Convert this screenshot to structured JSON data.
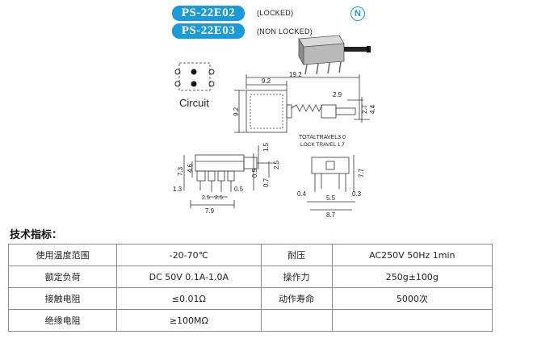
{
  "header": {
    "models": [
      {
        "code": "PS-22E02",
        "type": "(LOCKED)"
      },
      {
        "code": "PS-22E03",
        "type": "(NON LOCKED)"
      }
    ],
    "logo_letter": "N",
    "brand_color": "#1a9ad6"
  },
  "drawing": {
    "circuit_label": "Circuit",
    "dims": {
      "total_length": "19.2",
      "body_length": "9.2",
      "side_height": "9.2",
      "plunger_dia": "2.9",
      "plunger_h1": "2.7",
      "plunger_h2": "4.4",
      "total_travel": "TOTALTRAVEL3.0",
      "lock_travel": "LOCK TRAVEL  1.7",
      "front_h1": "7.3",
      "front_h2": "4.6",
      "front_w": "1.3",
      "pitch1": "2.5",
      "pitch2": "2.5",
      "pin_w": "0.5",
      "front_total": "7.9",
      "front_05": "0.5",
      "front_07": "0.7",
      "side_15": "1.5",
      "side_25": "2.5",
      "right_77": "7.7",
      "right_04": "0.4",
      "right_03": "0.3",
      "right_55": "5.5",
      "right_87": "8.7"
    }
  },
  "specs": {
    "title": "技术指标：",
    "rows": [
      [
        "使用温度范围",
        "-20-70℃",
        "耐压",
        "AC250V 50Hz 1min"
      ],
      [
        "额定负荷",
        "DC 50V 0.1A-1.0A",
        "操作力",
        "250g±100g"
      ],
      [
        "接触电阻",
        "≤0.01Ω",
        "动作寿命",
        "5000次"
      ],
      [
        "绝缘电阻",
        "≥100MΩ",
        "",
        ""
      ]
    ]
  }
}
